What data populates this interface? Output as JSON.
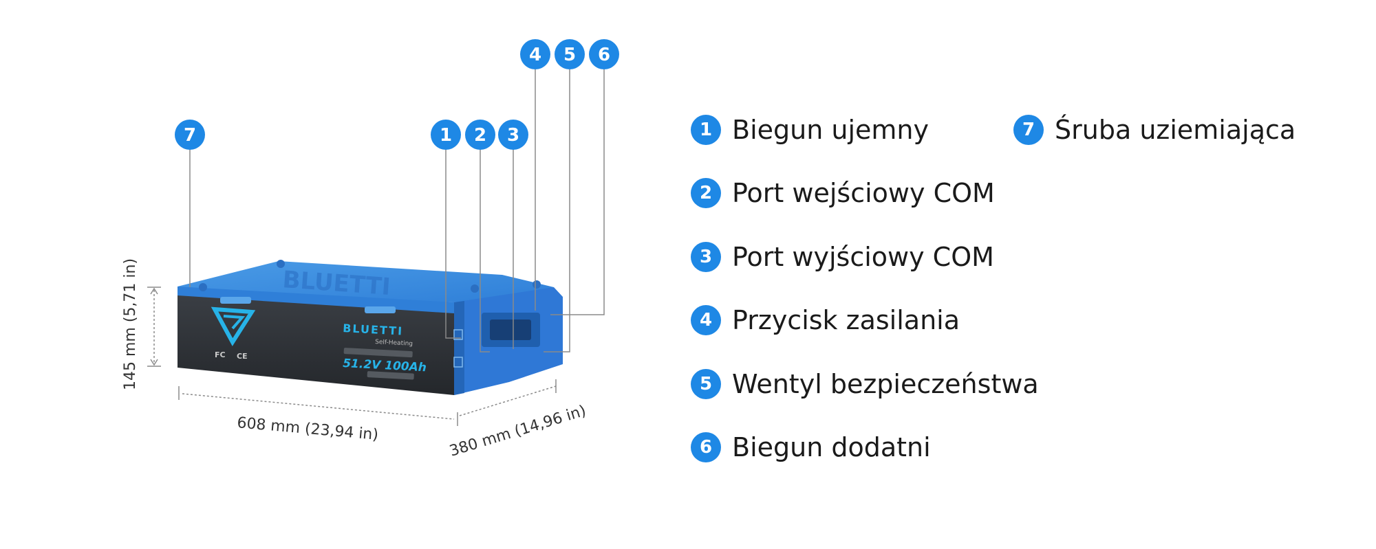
{
  "colors": {
    "accent": "#1e88e5",
    "battery_top": "#3d8fe0",
    "battery_side": "#2f78d6",
    "battery_front": "#2b2e33",
    "logo": "#27b3e8"
  },
  "battery": {
    "brand_top": "BLUETTI",
    "brand_front": "BLUETTI",
    "subtitle": "Self-Heating",
    "spec": "51.2V 100Ah",
    "fc_mark": "FC",
    "ce_mark": "CE"
  },
  "dimensions": {
    "height": "145 mm (5,71 in)",
    "length": "608 mm (23,94 in)",
    "width": "380 mm (14,96 in)"
  },
  "callouts": [
    "1",
    "2",
    "3",
    "4",
    "5",
    "6",
    "7"
  ],
  "legend": [
    {
      "num": "1",
      "label": "Biegun ujemny"
    },
    {
      "num": "2",
      "label": "Port wejściowy COM"
    },
    {
      "num": "3",
      "label": "Port wyjściowy COM"
    },
    {
      "num": "4",
      "label": "Przycisk zasilania"
    },
    {
      "num": "5",
      "label": "Wentyl bezpieczeństwa"
    },
    {
      "num": "6",
      "label": "Biegun dodatni"
    },
    {
      "num": "7",
      "label": "Śruba uziemiająca"
    }
  ]
}
